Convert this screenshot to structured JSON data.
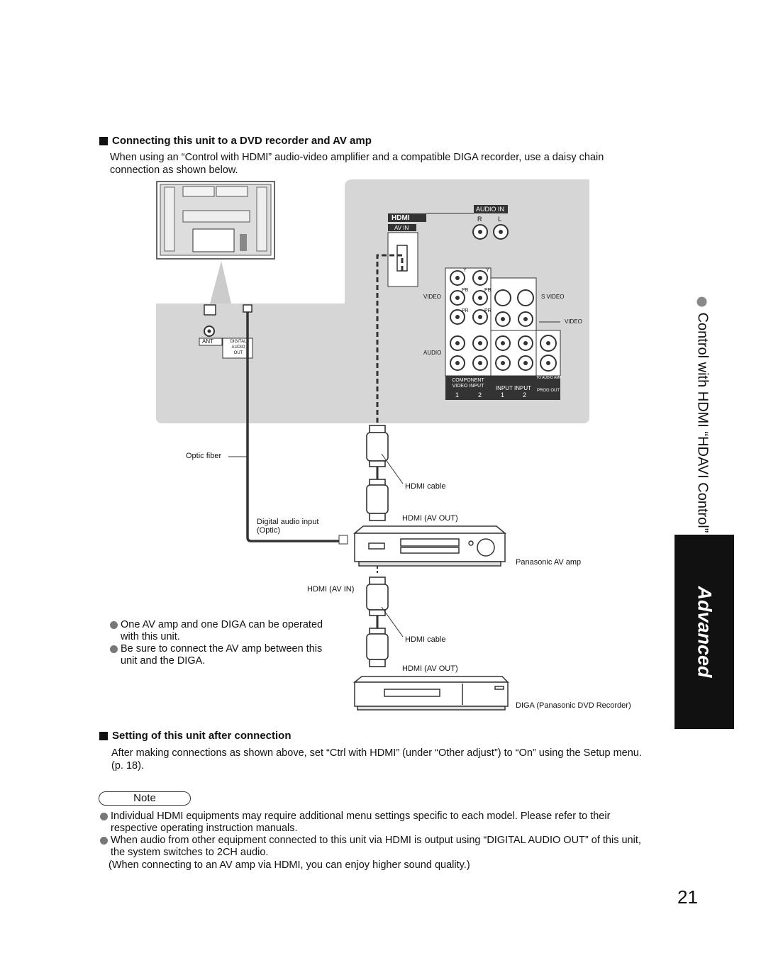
{
  "section1": {
    "heading": "Connecting this unit to a DVD recorder and AV amp",
    "intro": "When using an “Control with HDMI” audio-video amplifier and a compatible DIGA recorder, use a daisy chain connection as shown below."
  },
  "diagram": {
    "panel_labels": {
      "audio_in": "AUDIO IN",
      "hdmi": "HDMI",
      "av_in": "AV IN",
      "r": "R",
      "l": "L",
      "video": "VIDEO",
      "s_video": "S VIDEO",
      "video_right": "VIDEO",
      "audio": "AUDIO",
      "component_video_input": "COMPONENT VIDEO INPUT",
      "input_input": "INPUT INPUT",
      "prog_out": "PROG OUT",
      "to_audio_amp": "TO AUDIO AMP",
      "num1": "1",
      "num2": "2",
      "num3": "1",
      "num4": "2",
      "y": "Y",
      "pb": "PB",
      "pr": "PR",
      "ant": "ANT",
      "digital": "DIGITAL",
      "audio_small": "AUDIO",
      "out": "OUT"
    },
    "optic_fiber": "Optic fiber",
    "hdmi_cable_1": "HDMI cable",
    "hdmi_av_out_1": "HDMI (AV OUT)",
    "digital_audio_input": "Digital audio input",
    "optic": "(Optic)",
    "panasonic_av_amp": "Panasonic AV amp",
    "hdmi_av_in": "HDMI (AV IN)",
    "hdmi_cable_2": "HDMI cable",
    "hdmi_av_out_2": "HDMI (AV OUT)",
    "diga": "DIGA (Panasonic DVD Recorder)"
  },
  "bullets": [
    "One AV amp and one DIGA can be operated with this unit.",
    "Be sure to connect the AV amp between this unit and the DIGA."
  ],
  "section2": {
    "heading": "Setting of this unit after connection",
    "body": "After making connections as shown above, set “Ctrl with HDMI” (under “Other adjust”) to “On” using the Setup menu. (p. 18)."
  },
  "note": {
    "label": "Note",
    "items": [
      "Individual HDMI equipments may require additional menu settings specific to each model. Please refer to their respective operating instruction manuals.",
      "When audio from other equipment connected to this unit via HDMI is output using “DIGITAL AUDIO OUT” of this unit, the system switches to 2CH audio."
    ],
    "extra": "(When connecting to an AV amp via HDMI, you can enjoy higher sound quality.)"
  },
  "side_title": "Control with HDMI “HDAVI Control”",
  "side_tab": "Advanced",
  "page_number": "21"
}
